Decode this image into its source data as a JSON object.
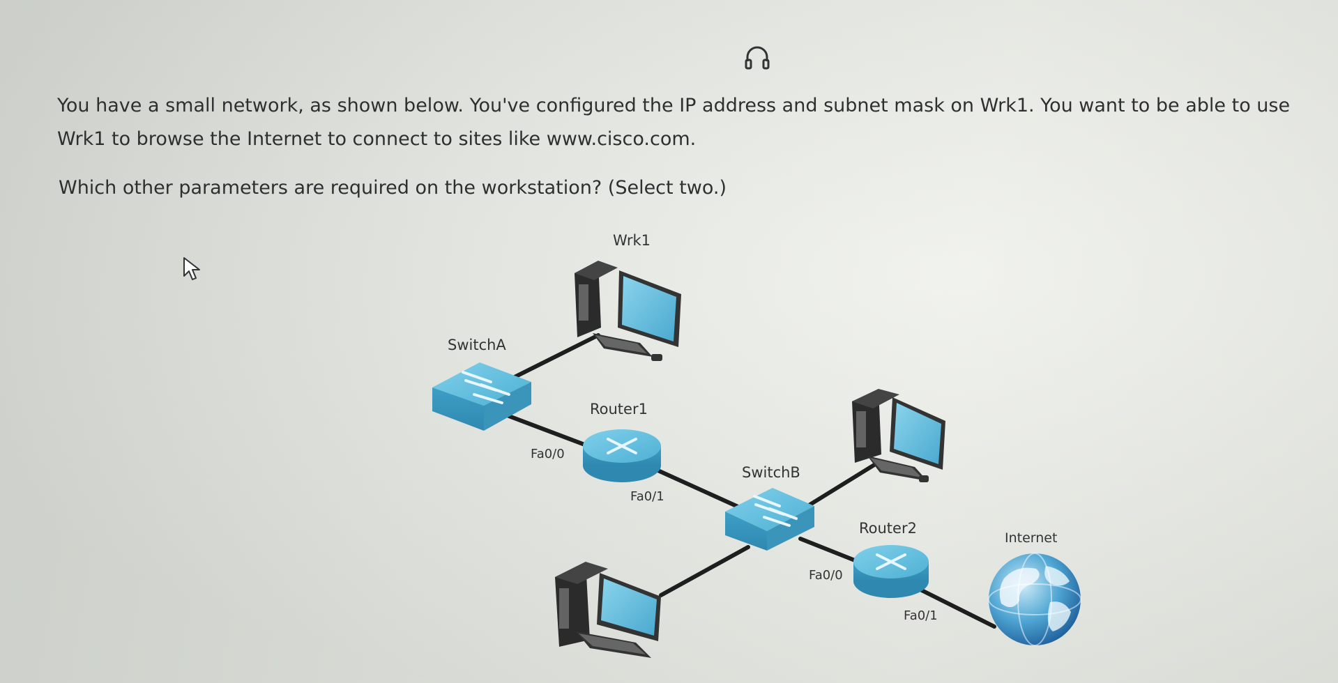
{
  "question": {
    "text": "You have a small network, as shown below. You've configured the IP address and subnet mask on Wrk1. You want to be able to use Wrk1 to browse the Internet to connect to sites like www.cisco.com.",
    "prompt": "Which other parameters are required on the workstation? (Select two.)"
  },
  "icons": {
    "audio": "headphones-icon",
    "cursor": "mouse-pointer-icon"
  },
  "diagram": {
    "devices": {
      "wrk1": "Wrk1",
      "switch_a": "SwitchA",
      "router1": "Router1",
      "switch_b": "SwitchB",
      "router2": "Router2",
      "internet": "Internet"
    },
    "ports": {
      "router1_fa0_0": "Fa0/0",
      "router1_fa0_1": "Fa0/1",
      "router2_fa0_0": "Fa0/0",
      "router2_fa0_1": "Fa0/1"
    }
  },
  "colors": {
    "device_blue": "#5cb7d6",
    "cable": "#1e1e1e",
    "text": "#2f2f2f"
  }
}
